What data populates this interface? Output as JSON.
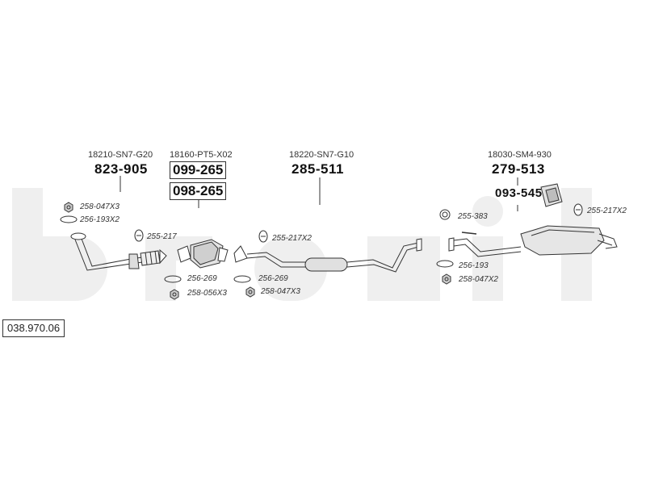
{
  "catalog_number": "038.970.06",
  "groups": [
    {
      "oem": "18210-SN7-G20",
      "parts": [
        "823-905"
      ],
      "fittings": [
        "258-047X3",
        "256-193X2",
        "255-217"
      ]
    },
    {
      "oem": "18160-PT5-X02",
      "parts": [
        "099-265",
        "098-265"
      ],
      "fittings": [
        "256-269",
        "258-056X3"
      ]
    },
    {
      "oem": "18220-SN7-G10",
      "parts": [
        "285-511"
      ],
      "fittings": [
        "255-217X2",
        "256-269",
        "258-047X3"
      ]
    },
    {
      "oem": "18030-SM4-930",
      "parts": [
        "279-513",
        "093-545"
      ],
      "fittings": [
        "255-383",
        "255-217X2",
        "256-193",
        "258-047X2"
      ]
    }
  ]
}
